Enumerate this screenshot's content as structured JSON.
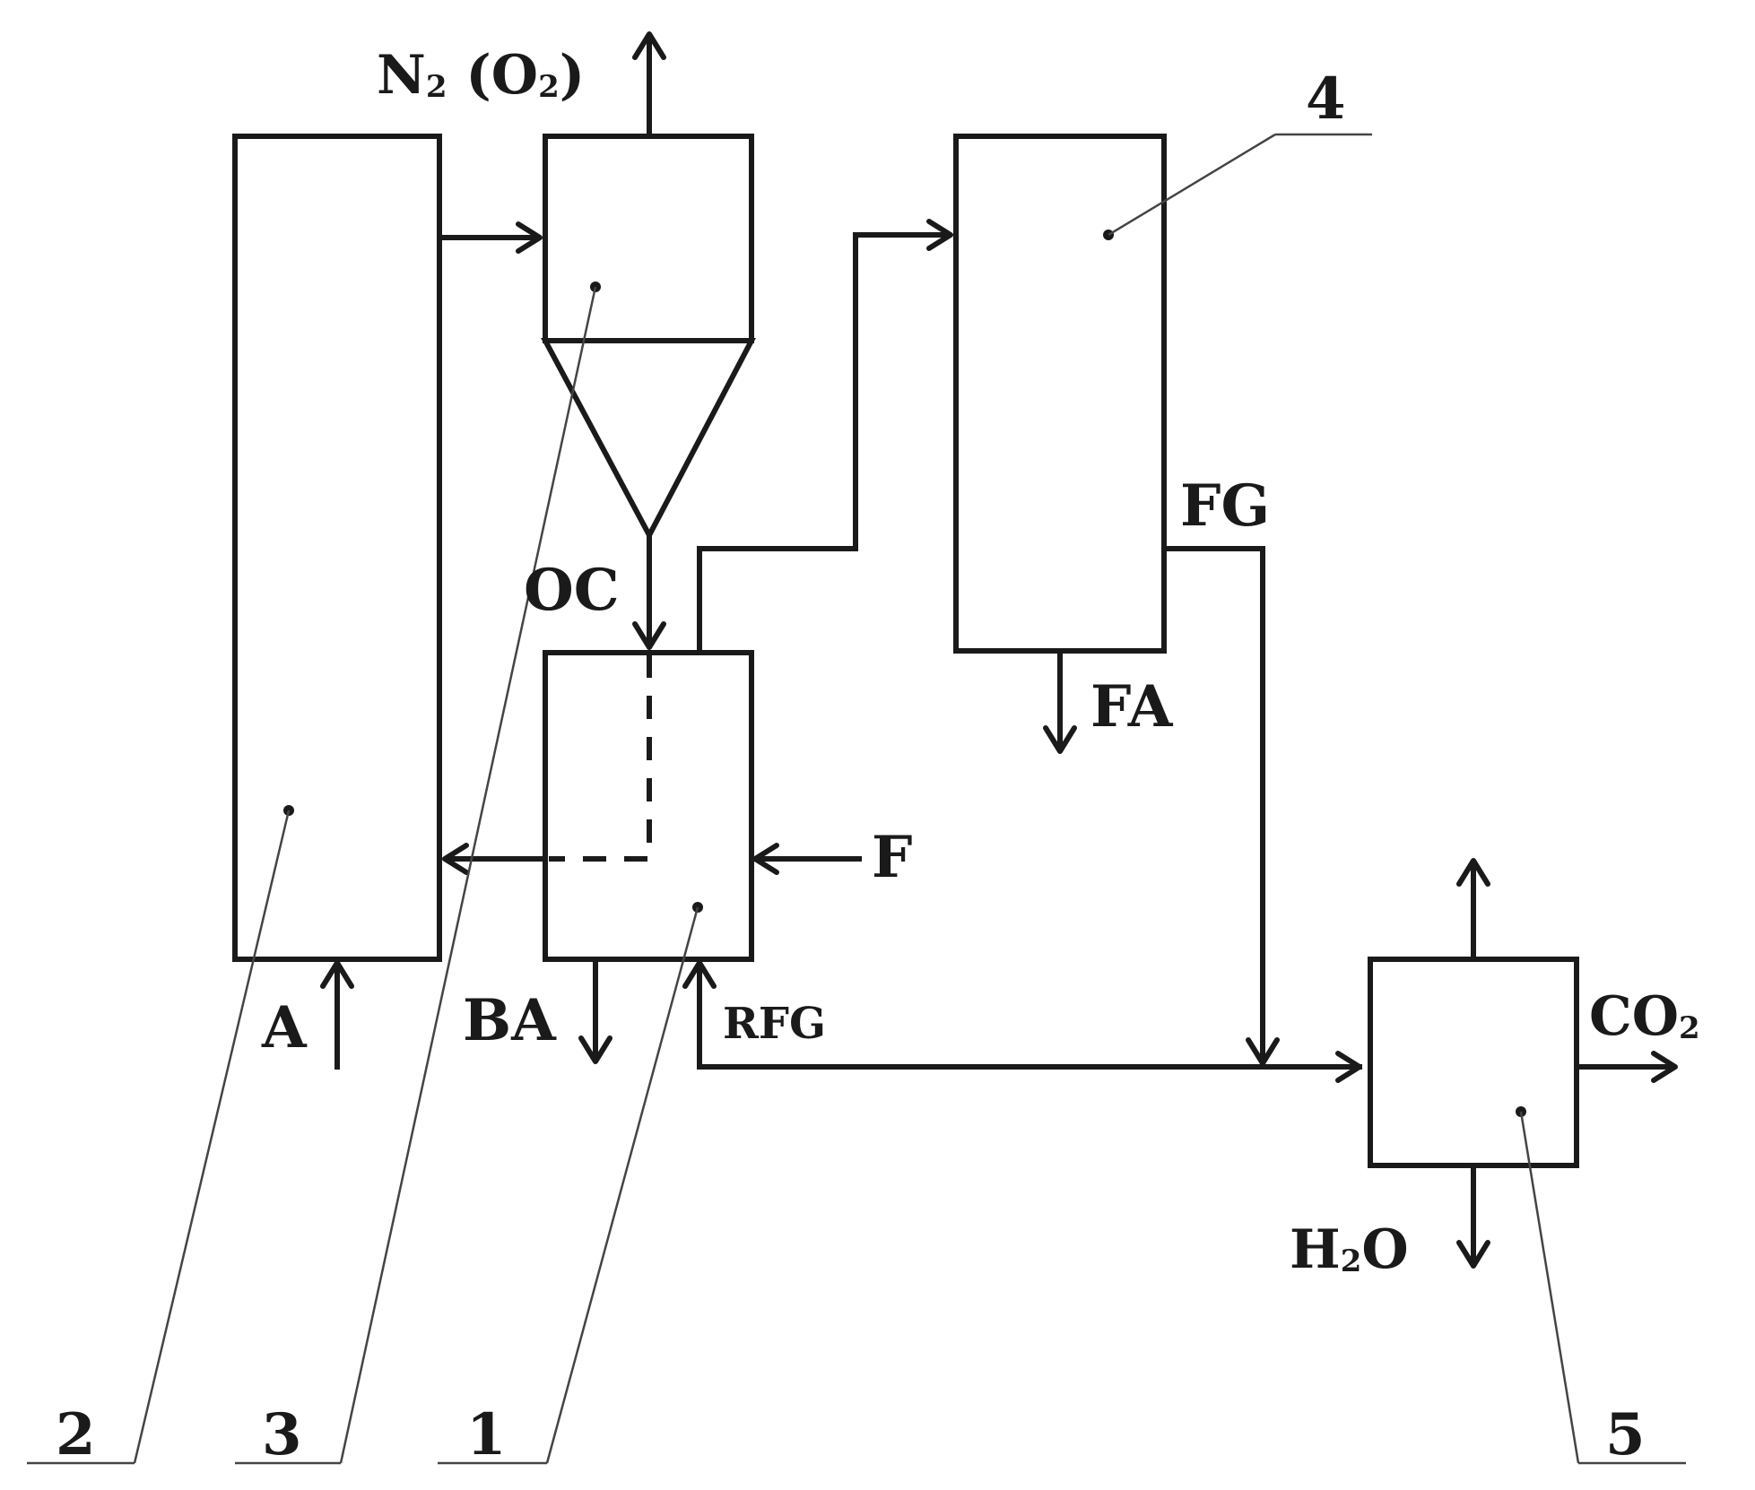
{
  "diagram": {
    "nodes": [
      {
        "id": "1",
        "label": "1"
      },
      {
        "id": "2",
        "label": "2"
      },
      {
        "id": "3",
        "label": "3"
      },
      {
        "id": "4",
        "label": "4"
      },
      {
        "id": "5",
        "label": "5"
      }
    ],
    "streams": {
      "n2_main": "N",
      "n2_sub": "2",
      "n2_paren_open": " (O",
      "o2_sub": "2",
      "n2_paren_close": ")",
      "oc": "OC",
      "fg": "FG",
      "fa": "FA",
      "f": "F",
      "a": "A",
      "ba": "BA",
      "rfg": "RFG",
      "co2_main": "CO",
      "co2_sub": "2",
      "h2o_h": "H",
      "h2o_sub": "2",
      "h2o_o": "O"
    }
  }
}
